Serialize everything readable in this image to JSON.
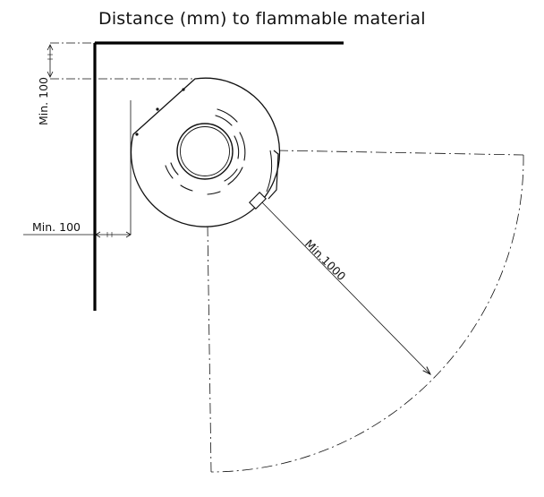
{
  "title": "Distance (mm) to flammable material",
  "labels": {
    "top_clearance": "Min. 100",
    "side_clearance": "Min. 100",
    "front_clearance": "Min.1000"
  },
  "colors": {
    "ink": "#111111",
    "wall": "#000000",
    "background": "#ffffff"
  }
}
